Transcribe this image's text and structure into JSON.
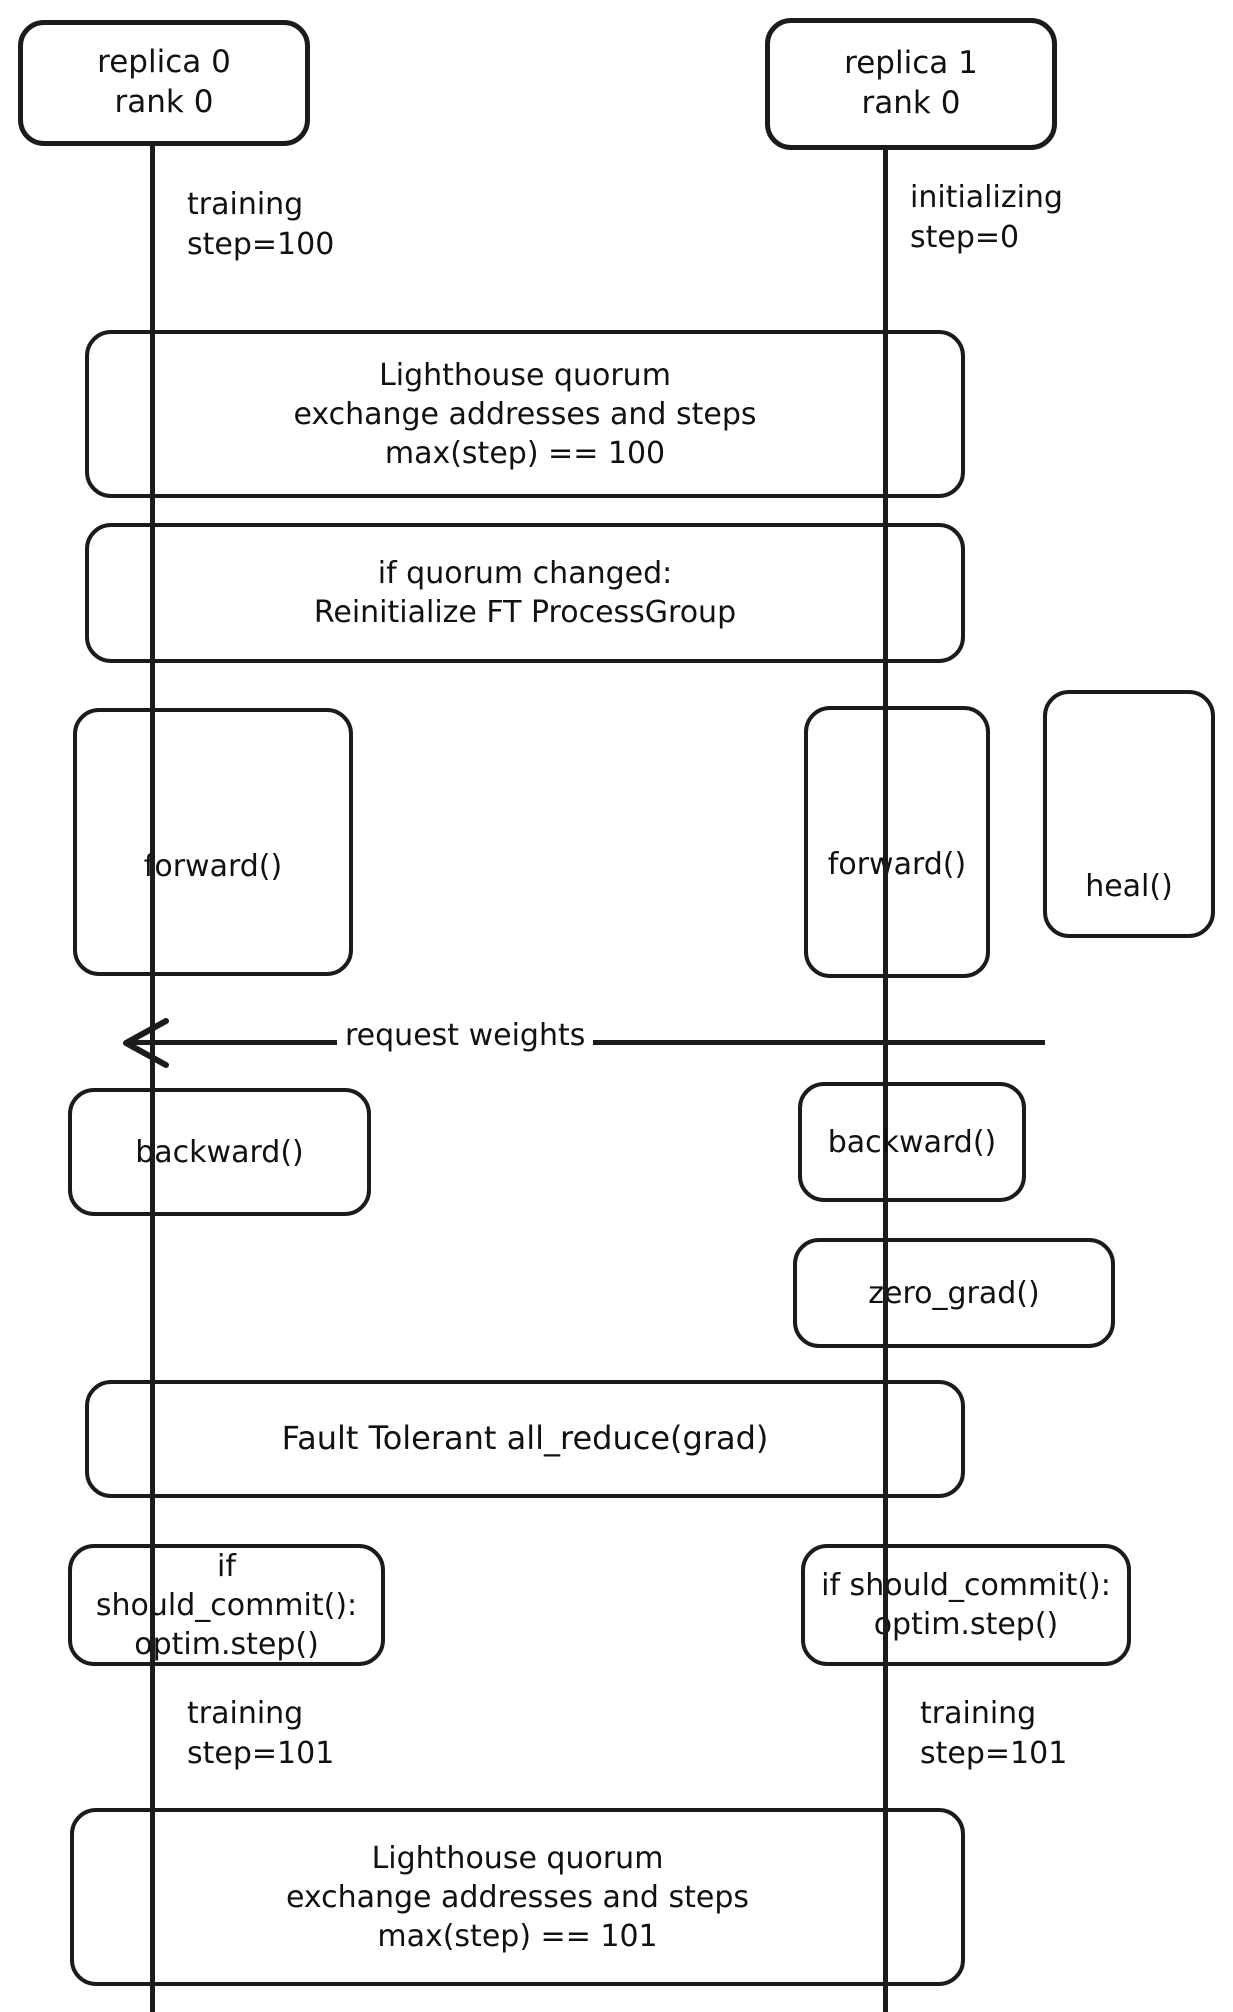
{
  "diagram": {
    "type": "sequence-diagram",
    "title": "torchft fault tolerant training sequence",
    "stroke_color": "#1b1b1b",
    "background_color": "#ffffff",
    "participants": [
      {
        "id": "replica0",
        "line1": "replica 0",
        "line2": "rank 0"
      },
      {
        "id": "replica1",
        "line1": "replica 1",
        "line2": "rank 0"
      }
    ],
    "notes": [
      {
        "id": "note-r0-training-100",
        "text": "training\nstep=100"
      },
      {
        "id": "note-r1-initializing",
        "text": "initializing\nstep=0"
      },
      {
        "id": "note-r0-training-101",
        "text": "training\nstep=101"
      },
      {
        "id": "note-r1-training-101",
        "text": "training\nstep=101"
      }
    ],
    "activations": [
      {
        "id": "lighthouse-quorum-1",
        "text": "Lighthouse quorum\nexchange addresses and steps\nmax(step) == 100",
        "span": "both"
      },
      {
        "id": "reinit-pg",
        "text": "if quorum changed:\nReinitialize FT ProcessGroup",
        "span": "both"
      },
      {
        "id": "forward-r0",
        "text": "forward()",
        "span": "replica0"
      },
      {
        "id": "forward-r1",
        "text": "forward()",
        "span": "replica1"
      },
      {
        "id": "heal-r1",
        "text": "heal()",
        "span": "right"
      },
      {
        "id": "backward-r0",
        "text": "backward()",
        "span": "replica0"
      },
      {
        "id": "backward-r1",
        "text": "backward()",
        "span": "replica1"
      },
      {
        "id": "zero-grad-r1",
        "text": "zero_grad()",
        "span": "replica1"
      },
      {
        "id": "ft-all-reduce",
        "text": "Fault Tolerant all_reduce(grad)",
        "span": "both"
      },
      {
        "id": "should-commit-r0",
        "text": "if should_commit():\noptim.step()",
        "span": "replica0"
      },
      {
        "id": "should-commit-r1",
        "text": "if should_commit():\noptim.step()",
        "span": "replica1"
      },
      {
        "id": "lighthouse-quorum-2",
        "text": "Lighthouse quorum\nexchange addresses and steps\nmax(step) == 101",
        "span": "both"
      }
    ],
    "messages": [
      {
        "id": "request-weights",
        "label": "request weights",
        "from": "replica1-heal",
        "to": "replica0",
        "direction": "left"
      }
    ]
  }
}
